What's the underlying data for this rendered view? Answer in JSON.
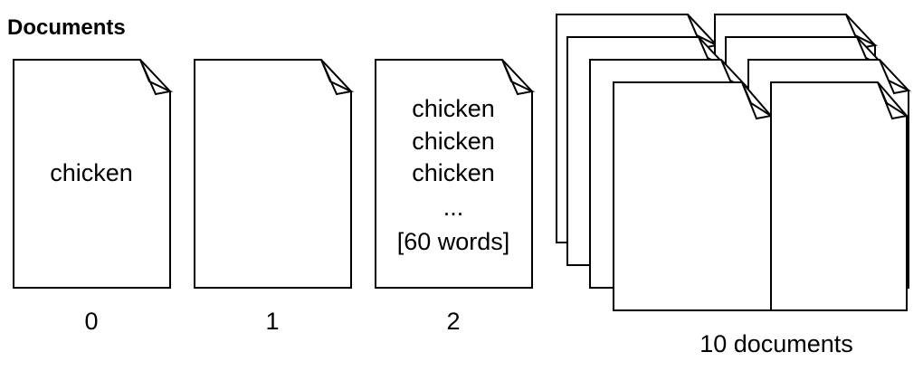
{
  "title": "Documents",
  "documents": [
    {
      "caption": "0",
      "lines": [
        "chicken"
      ]
    },
    {
      "caption": "1",
      "lines": []
    },
    {
      "caption": "2",
      "lines": [
        "chicken",
        "chicken",
        "chicken",
        "...",
        "[60 words]"
      ]
    }
  ],
  "stack": {
    "caption": "10 documents",
    "count": 10
  },
  "colors": {
    "stroke": "#000000",
    "fill": "#ffffff",
    "text": "#000000"
  },
  "icons": [
    "document-icon"
  ]
}
